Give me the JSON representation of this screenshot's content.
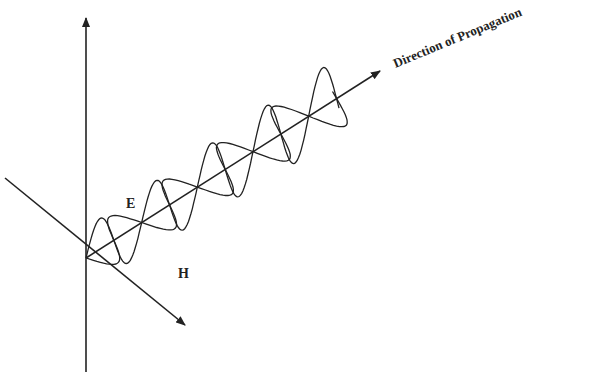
{
  "diagram": {
    "labels": [
      "E",
      "H",
      "Direction of Propagation"
    ]
  }
}
